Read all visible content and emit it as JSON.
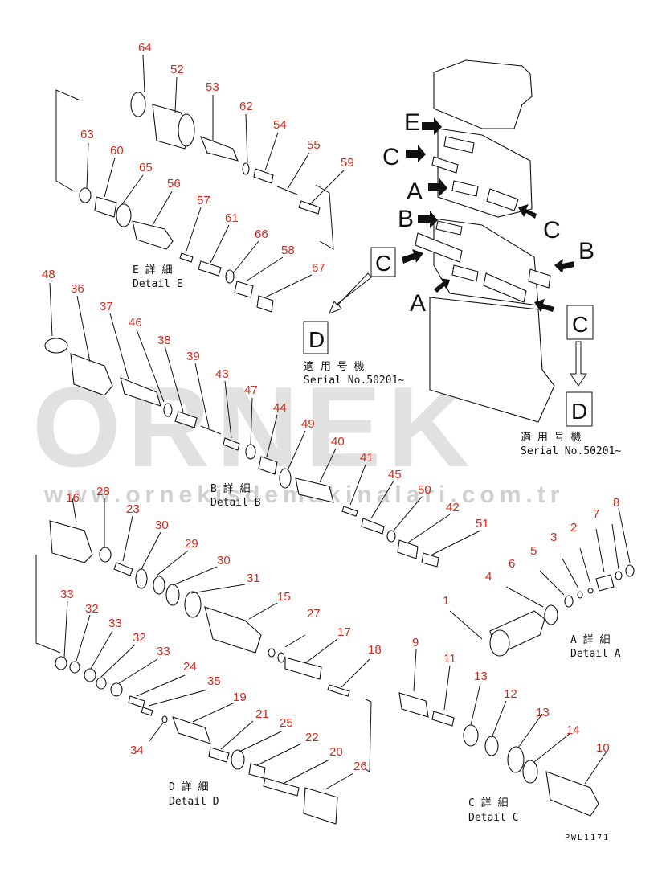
{
  "watermark": {
    "main": "ORNEK",
    "sub": "www.ornekisdemakinalari.com.tr"
  },
  "captions": {
    "detail_e_jp": "E 詳 細",
    "detail_e_en": "Detail E",
    "detail_b_jp": "B 詳 細",
    "detail_b_en": "Detail B",
    "detail_a_jp": "A 詳 細",
    "detail_a_en": "Detail A",
    "detail_c_jp": "C 詳 細",
    "detail_c_en": "Detail C",
    "detail_d_jp": "D 詳 細",
    "detail_d_en": "Detail D",
    "serial_jp_1": "適 用 号 機",
    "serial_en_1": "Serial No.50201~",
    "serial_jp_2": "適 用 号 機",
    "serial_en_2": "Serial No.50201~"
  },
  "view_letters": {
    "e": "E",
    "c1": "C",
    "a1": "A",
    "b1": "B",
    "c2": "C",
    "b2": "B",
    "a2": "A",
    "box_c1": "C",
    "box_d1": "D",
    "box_c2": "C",
    "box_d2": "D"
  },
  "drawing_code": "PWL1171",
  "part_numbers": {
    "p64": "64",
    "p52": "52",
    "p53": "53",
    "p62": "62",
    "p54": "54",
    "p55": "55",
    "p59": "59",
    "p63": "63",
    "p60": "60",
    "p65": "65",
    "p56": "56",
    "p57": "57",
    "p61": "61",
    "p66": "66",
    "p58": "58",
    "p67": "67",
    "p48": "48",
    "p36": "36",
    "p37": "37",
    "p46": "46",
    "p38": "38",
    "p39": "39",
    "p43": "43",
    "p47": "47",
    "p44": "44",
    "p49": "49",
    "p40": "40",
    "p41": "41",
    "p45": "45",
    "p50": "50",
    "p42": "42",
    "p51": "51",
    "p16": "16",
    "p28": "28",
    "p23": "23",
    "p30a": "30",
    "p29": "29",
    "p30b": "30",
    "p31": "31",
    "p15": "15",
    "p27": "27",
    "p17": "17",
    "p18": "18",
    "p33a": "33",
    "p32a": "32",
    "p33b": "33",
    "p32b": "32",
    "p33c": "33",
    "p24": "24",
    "p35": "35",
    "p34": "34",
    "p19": "19",
    "p21": "21",
    "p25": "25",
    "p22": "22",
    "p20": "20",
    "p26": "26",
    "p9": "9",
    "p11": "11",
    "p13a": "13",
    "p12": "12",
    "p13b": "13",
    "p14": "14",
    "p10": "10",
    "p8": "8",
    "p7": "7",
    "p2": "2",
    "p3": "3",
    "p5": "5",
    "p6": "6",
    "p4": "4",
    "p1": "1"
  }
}
